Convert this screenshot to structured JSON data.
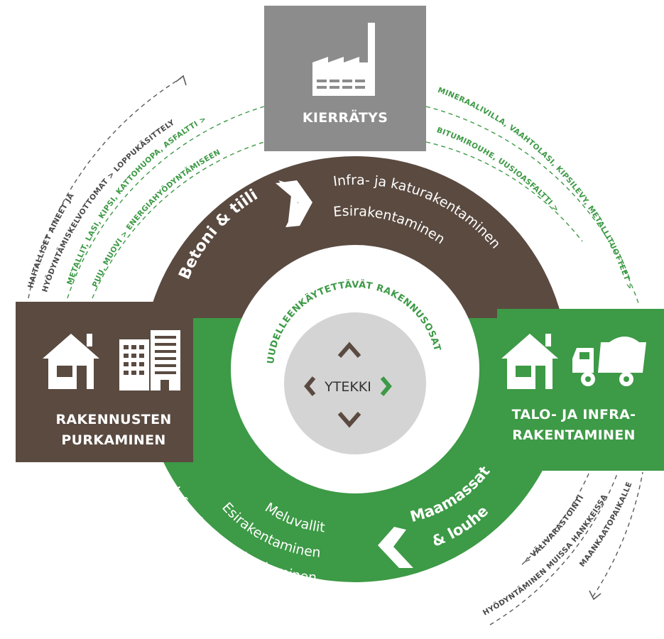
{
  "colors": {
    "brown": "#5a4a40",
    "green": "#3d9a46",
    "gray": "#8c8c8c",
    "light_gray": "#d4d4d4",
    "white": "#ffffff",
    "dash_gray": "#5b5b5b"
  },
  "top": {
    "title": "KIERRÄTYS",
    "icon": "factory-icon"
  },
  "left": {
    "line1": "RAKENNUSTEN",
    "line2": "PURKAMINEN",
    "icons": [
      "house-icon",
      "building-icon"
    ]
  },
  "right": {
    "line1": "TALO- JA INFRA-",
    "line2": "RAKENTAMINEN",
    "icons": [
      "house-icon",
      "dump-truck-icon"
    ]
  },
  "brown_ring": {
    "material": "Betoni & tiili",
    "use1": "Infra- ja katurakentaminen",
    "use2": "Esirakentaminen"
  },
  "green_ring": {
    "material_line1": "Maamassat",
    "material_line2": "& louhe",
    "use1": "Meluvallit",
    "use2": "Esirakentaminen",
    "use3": "Infra- ja katurakentaminen"
  },
  "center": {
    "arc_label": "UUDELLEENKÄYTETTÄVÄT RAKENNUSOSAT",
    "logo": "YTEKKI"
  },
  "left_arcs": {
    "a1_line1": "HAITALLISET AINEET JA",
    "a1_line2": "HYÖDYNTÄMISKELVOTTOMAT",
    "a1_tail": "LOPPUKÄSITTELY",
    "a2": "METALLIT, LASI, KIPSI, KATTOHUOPA, ASFALTTI",
    "a3": "PUU, MUOVI",
    "a3_tail": "ENERGIAHYÖDYNTÄMISEEN"
  },
  "right_arcs": {
    "r1": "MINERAALIVILLA, VAAHTOLASI, KIPSILEVY, METALLITUOTTEET",
    "r2": "BITUMIROUHE, UUSIOASFALTTI"
  },
  "bottom_arcs": {
    "b1": "VÄLIVARASTOINTI",
    "b2": "HYÖDYNTÄMINEN MUISSA HANKKEISSA",
    "b3": "MAANKAATOPAIKALLE"
  }
}
